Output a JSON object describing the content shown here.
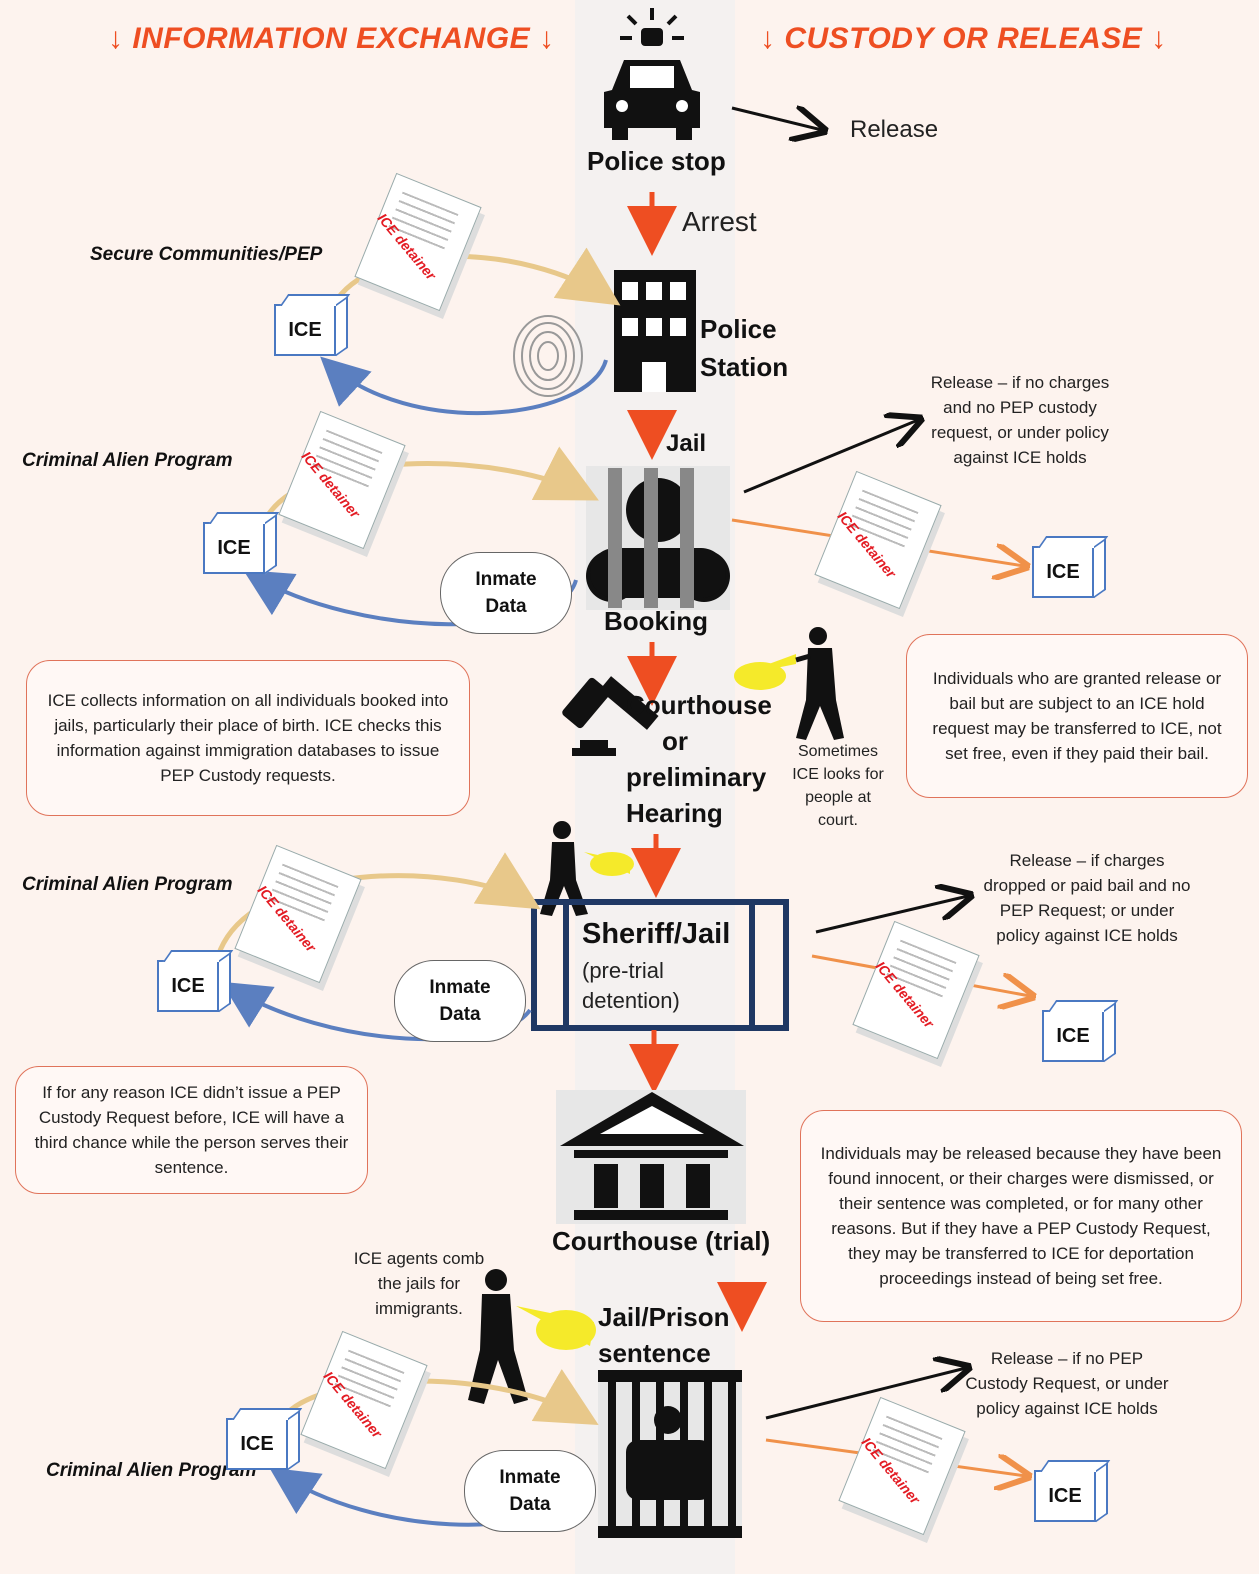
{
  "headers": {
    "info": "↓ INFORMATION EXCHANGE ↓",
    "custody": "↓ CUSTODY OR RELEASE ↓"
  },
  "stages": {
    "police_stop": "Police stop",
    "release_top": "Release",
    "arrest": "Arrest",
    "police_station_1": "Police",
    "police_station_2": "Station",
    "jail": "Jail",
    "booking": "Booking",
    "courthouse_1": "Courthouse",
    "courthouse_2": "or",
    "courthouse_3": "preliminary",
    "courthouse_4": "Hearing",
    "sheriff": "Sheriff/Jail",
    "sheriff_sub_1": "(pre-trial",
    "sheriff_sub_2": "detention)",
    "courthouse_trial": "Courthouse (trial)",
    "prison_1": "Jail/Prison",
    "prison_2": "sentence"
  },
  "programs": {
    "p1": "Secure Communities/PEP",
    "p2": "Criminal Alien Program",
    "p3": "Criminal Alien Program",
    "p4": "Criminal Alien Program"
  },
  "ice_label": "ICE",
  "detainer_label": "ICE detainer",
  "inmate_data_1": "Inmate",
  "inmate_data_2": "Data",
  "notes": {
    "release_jail": "Release – if no charges and no PEP custody request, or under policy against ICE holds",
    "sometimes": "Sometimes ICE looks for people at court.",
    "granted": "Individuals who are granted release or bail but are subject to an ICE hold request may be transferred to ICE, not set free, even if they paid their bail.",
    "collects": "ICE collects information on all individuals booked into jails, particularly their place of birth.  ICE checks this information against immigration databases to issue PEP Custody requests.",
    "release_sheriff": "Release – if charges dropped or paid bail and no PEP Request; or under policy against ICE holds",
    "third_chance": "If for any reason ICE didn’t issue a PEP Custody Request before, ICE will have a third chance while the person serves their sentence.",
    "released_because": "Individuals may be released because they have been found innocent, or their charges were dismissed, or their sentence was completed, or for many other reasons. But if they have a PEP Custody Request, they may be transferred to ICE for deportation proceedings instead of being set free.",
    "comb": "ICE agents comb the jails for immigrants.",
    "release_prison": "Release – if no PEP Custody Request, or under policy against ICE holds"
  },
  "colors": {
    "accent": "#ee4e22",
    "ice_blue": "#4a78c2",
    "sheriff_navy": "#1f3864",
    "tan": "#e8c88a",
    "orange_arrow": "#f0914a"
  }
}
